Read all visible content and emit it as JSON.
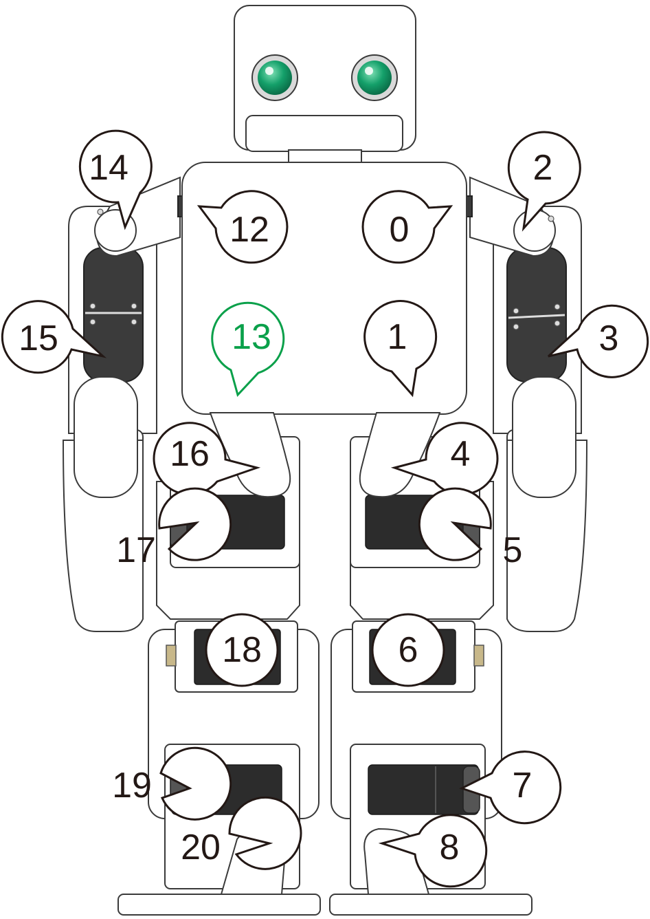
{
  "diagram": {
    "colors": {
      "outline": "#231815",
      "highlight": "#0aa04a",
      "eye": "#14a06a",
      "servo": "#3b3b3b"
    },
    "highlighted_label": "13",
    "labels": [
      "0",
      "1",
      "2",
      "3",
      "4",
      "5",
      "6",
      "7",
      "8",
      "12",
      "13",
      "14",
      "15",
      "16",
      "17",
      "18",
      "19",
      "20"
    ]
  }
}
